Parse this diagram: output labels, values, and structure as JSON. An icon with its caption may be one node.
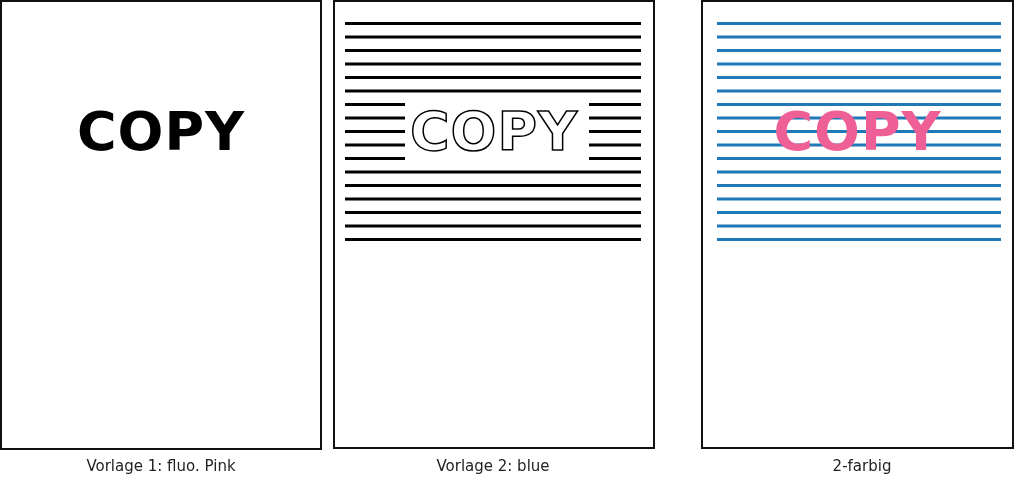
{
  "diagram": {
    "nodes": [
      {
        "text": [
          "COPY"
        ],
        "beside": [
          "Vorlage 1: fluo. Pink"
        ]
      },
      {
        "text": [
          "COPY"
        ],
        "beside": [
          "Vorlage 2: blue"
        ]
      },
      {
        "text": [
          "COPY"
        ],
        "beside": [
          "2-farbig"
        ]
      }
    ]
  }
}
